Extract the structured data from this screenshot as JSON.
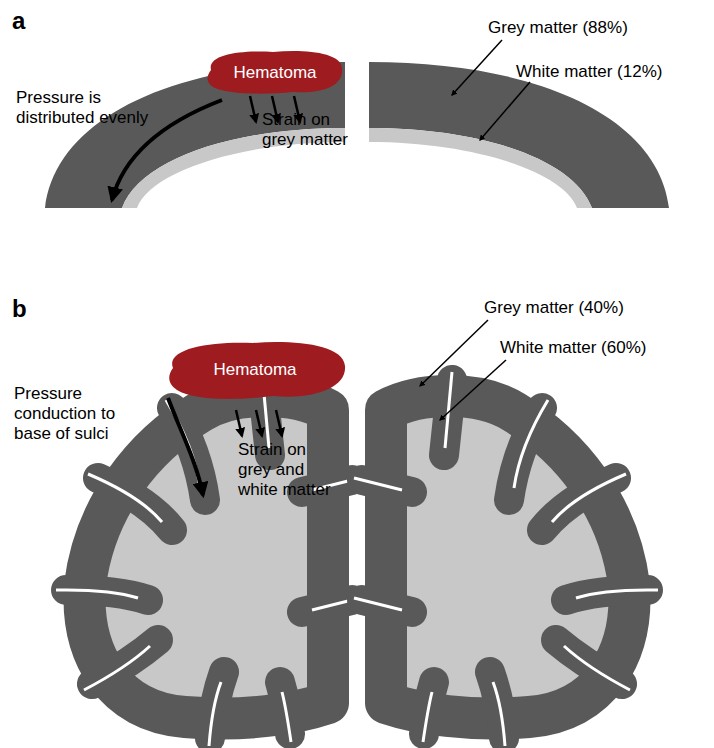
{
  "diagram": {
    "nodes": [
      {
        "text": [
          "Hematoma"
        ]
      },
      {
        "text": [
          "Hematoma"
        ]
      }
    ],
    "labels": [
      "a",
      "Pressure is distributed evenly",
      "Strain on grey matter",
      "Grey matter (88%)",
      "White matter (12%)",
      "b",
      "Grey matter (40%)",
      "White matter (60%)",
      "Pressure conduction to base of sulci",
      "Strain on grey and white matter"
    ]
  }
}
